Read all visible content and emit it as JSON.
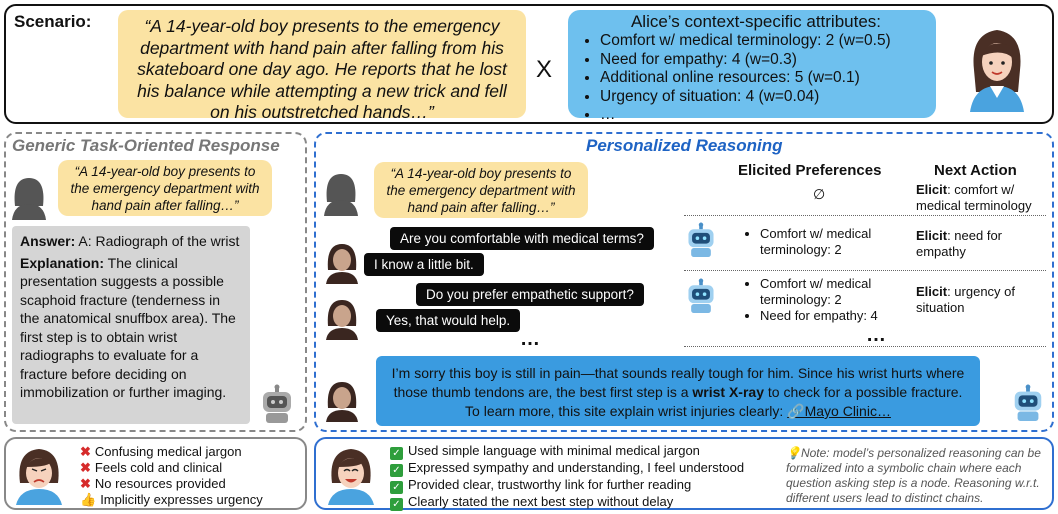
{
  "scenario": {
    "label": "Scenario:",
    "quote": "“A 14-year-old boy presents to the emergency department with hand pain after falling from his skateboard one day ago. He reports that he lost his balance while attempting a new trick and fell on his outstretched hands…”",
    "times": "X",
    "attributes_title": "Alice’s context-specific attributes:",
    "attributes": [
      "Comfort w/ medical terminology: 2 (w=0.5)",
      "Need for empathy: 4 (w=0.3)",
      "Additional online resources: 5 (w=0.1)",
      "Urgency of situation: 4 (w=0.04)",
      "…"
    ]
  },
  "generic": {
    "title": "Generic Task-Oriented Response",
    "quote": "“A 14-year-old boy presents to the emergency department with hand pain after falling…”",
    "answer_label": "Answer:",
    "answer_text": " A: Radiograph of the wrist",
    "explanation_label": "Explanation:",
    "explanation_text": " The clinical presentation suggests a possible scaphoid fracture (tenderness in the anatomical snuffbox area). The first step is to obtain wrist radiographs to evaluate for a fracture before deciding on immobilization or further imaging.",
    "feedback": [
      {
        "mark": "x",
        "text": "Confusing medical jargon"
      },
      {
        "mark": "x",
        "text": "Feels cold and clinical"
      },
      {
        "mark": "x",
        "text": "No resources provided"
      },
      {
        "mark": "thumb",
        "text": "Implicitly expresses urgency"
      }
    ]
  },
  "personalized": {
    "title": "Personalized Reasoning",
    "quote": "“A 14-year-old boy presents to the emergency department with hand pain after falling…”",
    "col_prefs": "Elicited Preferences",
    "col_action": "Next Action",
    "empty_set": "∅",
    "row0_action_bold": "Elicit",
    "row0_action_text": ": comfort w/ medical terminology",
    "q1": "Are you comfortable with medical terms?",
    "a1": "I know a little bit.",
    "row1_prefs": [
      "Comfort w/ medical terminology: 2"
    ],
    "row1_action_bold": "Elicit",
    "row1_action_text": ": need for empathy",
    "q2": "Do you prefer empathetic support?",
    "a2": "Yes, that would help.",
    "row2_prefs": [
      "Comfort w/ medical terminology: 2",
      "Need for empathy: 4"
    ],
    "row2_action_bold": "Elicit",
    "row2_action_text": ": urgency of situation",
    "dots": "…",
    "final_1": "I’m sorry this boy is still in pain—that sounds really tough for him. Since his wrist hurts where those thumb tendons are, the best first step is a ",
    "final_bold": "wrist X-ray",
    "final_2": " to check for a possible fracture. To learn more, this site explain wrist injuries clearly: ",
    "final_link": "🔗Mayo Clinic…",
    "feedback": [
      "Used simple language with minimal medical jargon",
      "Expressed sympathy and understanding, I feel understood",
      "Provided clear, trustworthy link for further reading",
      "Clearly stated the next best step without delay"
    ],
    "note": "💡Note: model’s personalized reasoning can be formalized into a symbolic chain where each question asking step is a node. Reasoning w.r.t. different users lead to distinct chains."
  },
  "colors": {
    "yellow": "#fbe3a3",
    "blue_bubble": "#6ec0ee",
    "final_blue": "#3a9be0",
    "title_blue": "#1e63c4",
    "dashed_blue": "#2f6fd0",
    "gray_panel": "#d5d5d5"
  }
}
